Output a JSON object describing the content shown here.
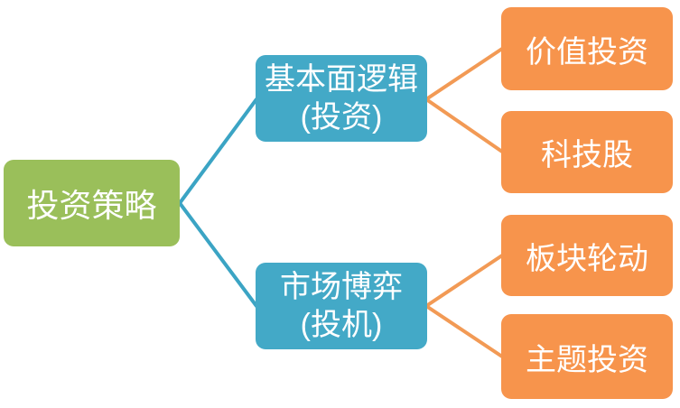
{
  "diagram": {
    "type": "mindmap",
    "root": {
      "label": "投资策略"
    },
    "branches": [
      {
        "title": "基本面逻辑",
        "subtitle": "(投资)",
        "children": [
          {
            "label": "价值投资"
          },
          {
            "label": "科技股"
          }
        ]
      },
      {
        "title": "市场博弈",
        "subtitle": "(投机)",
        "children": [
          {
            "label": "板块轮动"
          },
          {
            "label": "主题投资"
          }
        ]
      }
    ],
    "colors": {
      "root_fill": "#9abf5a",
      "branch_fill": "#43a9c7",
      "leaf_fill": "#f7944c",
      "branch_line": "#3ba4c4",
      "leaf_line": "#f29a55",
      "text": "#ffffff",
      "background": "#ffffff"
    }
  }
}
